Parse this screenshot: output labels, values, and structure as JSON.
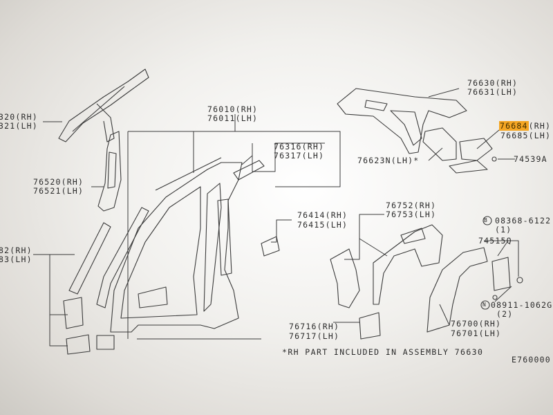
{
  "labels": {
    "p76320": "320(RH)",
    "p76321": "321(LH)",
    "p76010": "76010(RH)",
    "p76011": "76011(LH)",
    "p76316": "76316(RH)",
    "p76317": "76317(LH)",
    "p76520": "76520(RH)",
    "p76521": "76521(LH)",
    "p76414": "76414(RH)",
    "p76415": "76415(LH)",
    "p82rh": "82(RH)",
    "p83lh": "83(LH)",
    "p76630": "76630(RH)",
    "p76631": "76631(LH)",
    "p76684": "76684",
    "p76684suffix": "(RH)",
    "p76685": "76685(LH)",
    "p76623n": "76623N(LH)*",
    "p74539a": "74539A",
    "p76752": "76752(RH)",
    "p76753": "76753(LH)",
    "bolt1": "08368-6122",
    "bolt1qty": "(1)",
    "p74515q": "74515Q",
    "nut1": "08911-1062G",
    "nut1qty": "(2)",
    "p76716": "76716(RH)",
    "p76717": "76717(LH)",
    "p76700": "76700(RH)",
    "p76701": "76701(LH)",
    "note": "*RH PART INCLUDED IN ASSEMBLY 76630",
    "drawing_code": "E760000",
    "bolt_mark": "B",
    "nut_mark": "N"
  },
  "colors": {
    "line": "#3a3a3a",
    "highlight": "#f5a623",
    "paper": "#f1f0ed"
  }
}
